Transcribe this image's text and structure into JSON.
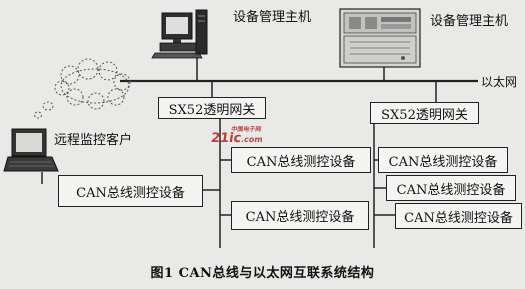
{
  "labels": {
    "host_left": "设备管理主机",
    "host_right": "设备管理主机",
    "ethernet": "以太网",
    "remote_client": "远程监控客户"
  },
  "gateways": {
    "left": "SX52透明网关",
    "right": "SX52透明网关"
  },
  "devices": {
    "left_main": "CAN总线测控设备",
    "center_top": "CAN总线测控设备",
    "center_bottom": "CAN总线测控设备",
    "right_1": "CAN总线测控设备",
    "right_2": "CAN总线测控设备",
    "right_3": "CAN总线测控设备"
  },
  "watermark": {
    "brand": "21ic",
    "suffix": ".com",
    "cn": "中国电子网"
  },
  "caption": "图1   CAN总线与以太网互联系统结构",
  "colors": {
    "background": "#e9e9e7",
    "line": "#222222",
    "watermark": "#c23a32"
  }
}
